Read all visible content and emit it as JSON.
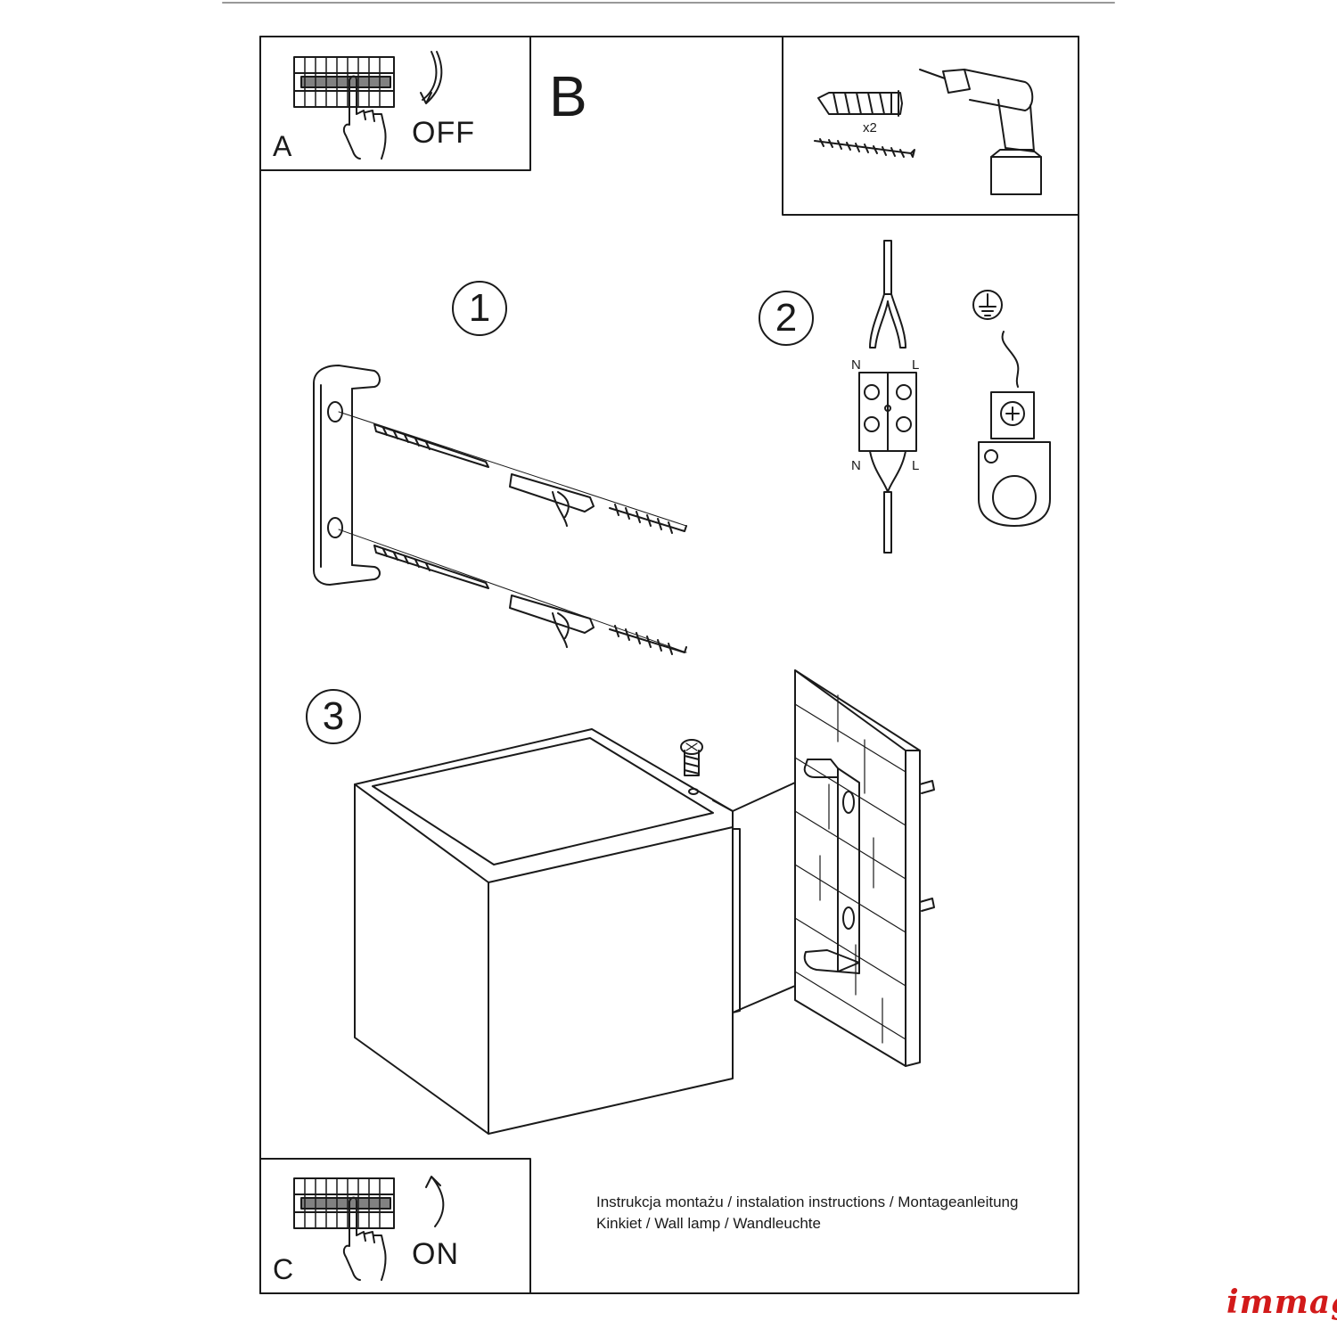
{
  "panels": {
    "a": {
      "letter": "A",
      "state": "OFF"
    },
    "b": {
      "letter": "B"
    },
    "c": {
      "letter": "C",
      "state": "ON"
    }
  },
  "tools": {
    "quantity": "x2"
  },
  "steps": [
    "1",
    "2",
    "3"
  ],
  "wiring": {
    "neutral": "N",
    "live": "L"
  },
  "caption": {
    "line1": "Instrukcja montażu / instalation instructions / Montageanleitung",
    "line2": "Kinkiet / Wall lamp / Wandleuchte"
  },
  "brand": {
    "logo_text": "immag",
    "color": "#d21a1a"
  },
  "colors": {
    "line": "#1a1a1a",
    "background": "#ffffff"
  }
}
